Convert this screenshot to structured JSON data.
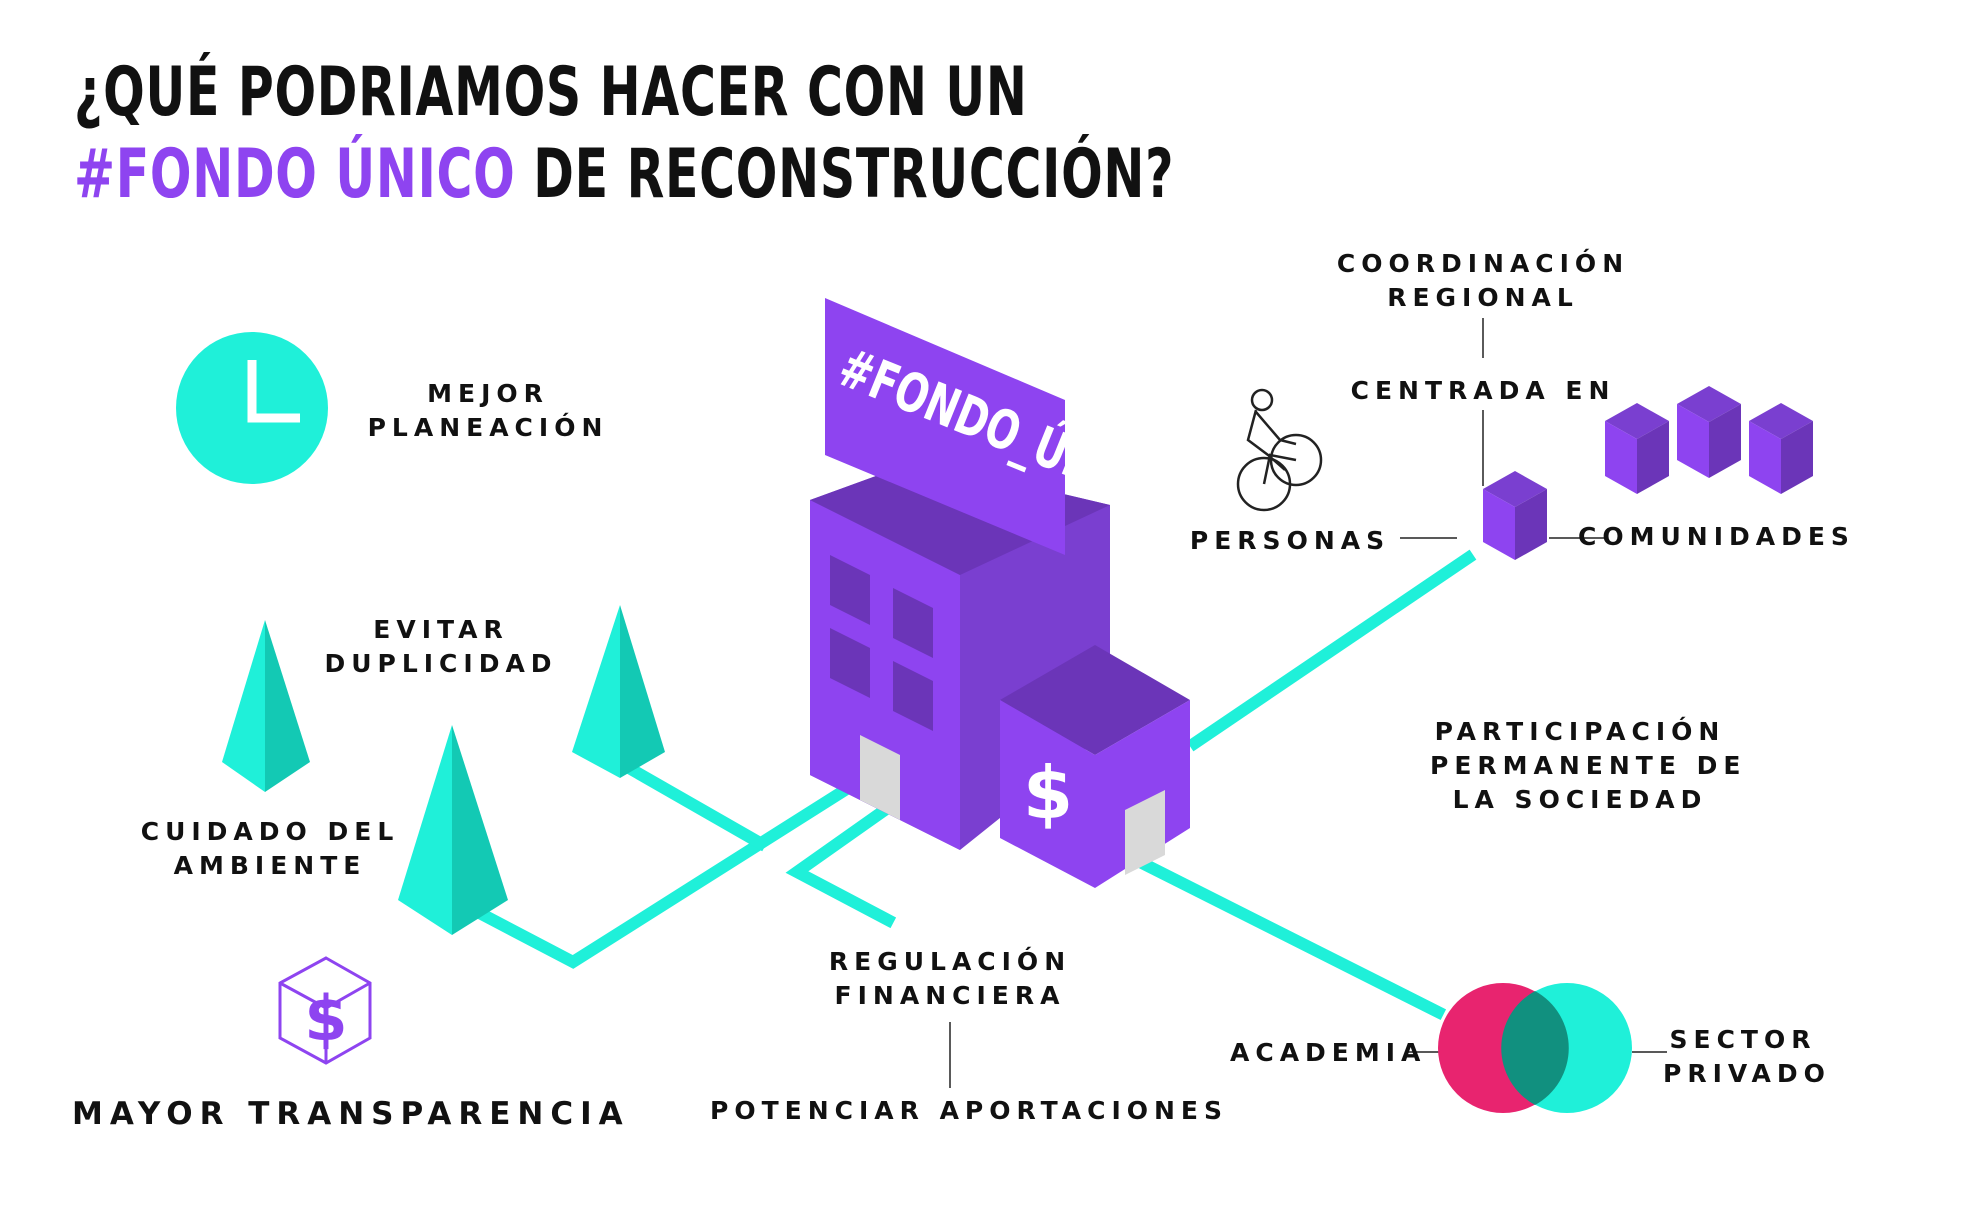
{
  "title": {
    "line1": "¿QUÉ PODRIAMOS HACER CON UN",
    "line2_accent": "#FONDO ÚNICO",
    "line2_rest": " DE RECONSTRUCCIÓN?"
  },
  "building": {
    "sign": "#FONDO_ÚNICO",
    "dollar": "$"
  },
  "labels": {
    "mejor_planeacion_1": "MEJOR",
    "mejor_planeacion_2": "PLANEACIÓN",
    "evitar_duplicidad_1": "EVITAR",
    "evitar_duplicidad_2": "DUPLICIDAD",
    "cuidado_ambiente_1": "CUIDADO DEL",
    "cuidado_ambiente_2": "AMBIENTE",
    "mayor_transparencia": "MAYOR TRANSPARENCIA",
    "regulacion_1": "REGULACIÓN",
    "regulacion_2": "FINANCIERA",
    "potenciar": "POTENCIAR APORTACIONES",
    "coordinacion_1": "COORDINACIÓN",
    "coordinacion_2": "REGIONAL",
    "centrada_en": "CENTRADA EN",
    "personas": "PERSONAS",
    "comunidades": "COMUNIDADES",
    "participacion_1": "PARTICIPACIÓN",
    "participacion_2": "PERMANENTE DE",
    "participacion_3": "LA SOCIEDAD",
    "academia": "ACADEMIA",
    "sector_1": "SECTOR",
    "sector_2": "PRIVADO"
  },
  "transparency_icon_symbol": "$",
  "colors": {
    "purple": "#8e44f0",
    "purple_dark": "#6b35b8",
    "purple_top": "#7a3fd0",
    "teal": "#1ff0d9",
    "teal_dark": "#13c9b4",
    "magenta": "#e8246f",
    "overlap": "#11907f",
    "gray": "#d9d9d9",
    "text": "#111111"
  },
  "icons": [
    "clock-icon",
    "tree-icon",
    "money-cube-icon",
    "cyclist-icon",
    "cube-icon",
    "venn-circles-icon"
  ]
}
